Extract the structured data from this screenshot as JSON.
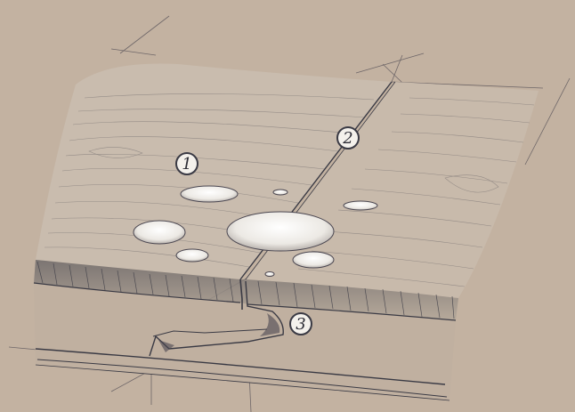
{
  "callouts": [
    {
      "id": "water-droplets",
      "number": "1"
    },
    {
      "id": "joint-seam",
      "number": "2"
    },
    {
      "id": "tongue-and-groove-profile",
      "number": "3"
    }
  ],
  "colors": {
    "background": "#c3b2a1",
    "board_surface": "#c9bcae",
    "pencil_line": "#3a3a44",
    "droplet_highlight": "#f2f0ec"
  }
}
